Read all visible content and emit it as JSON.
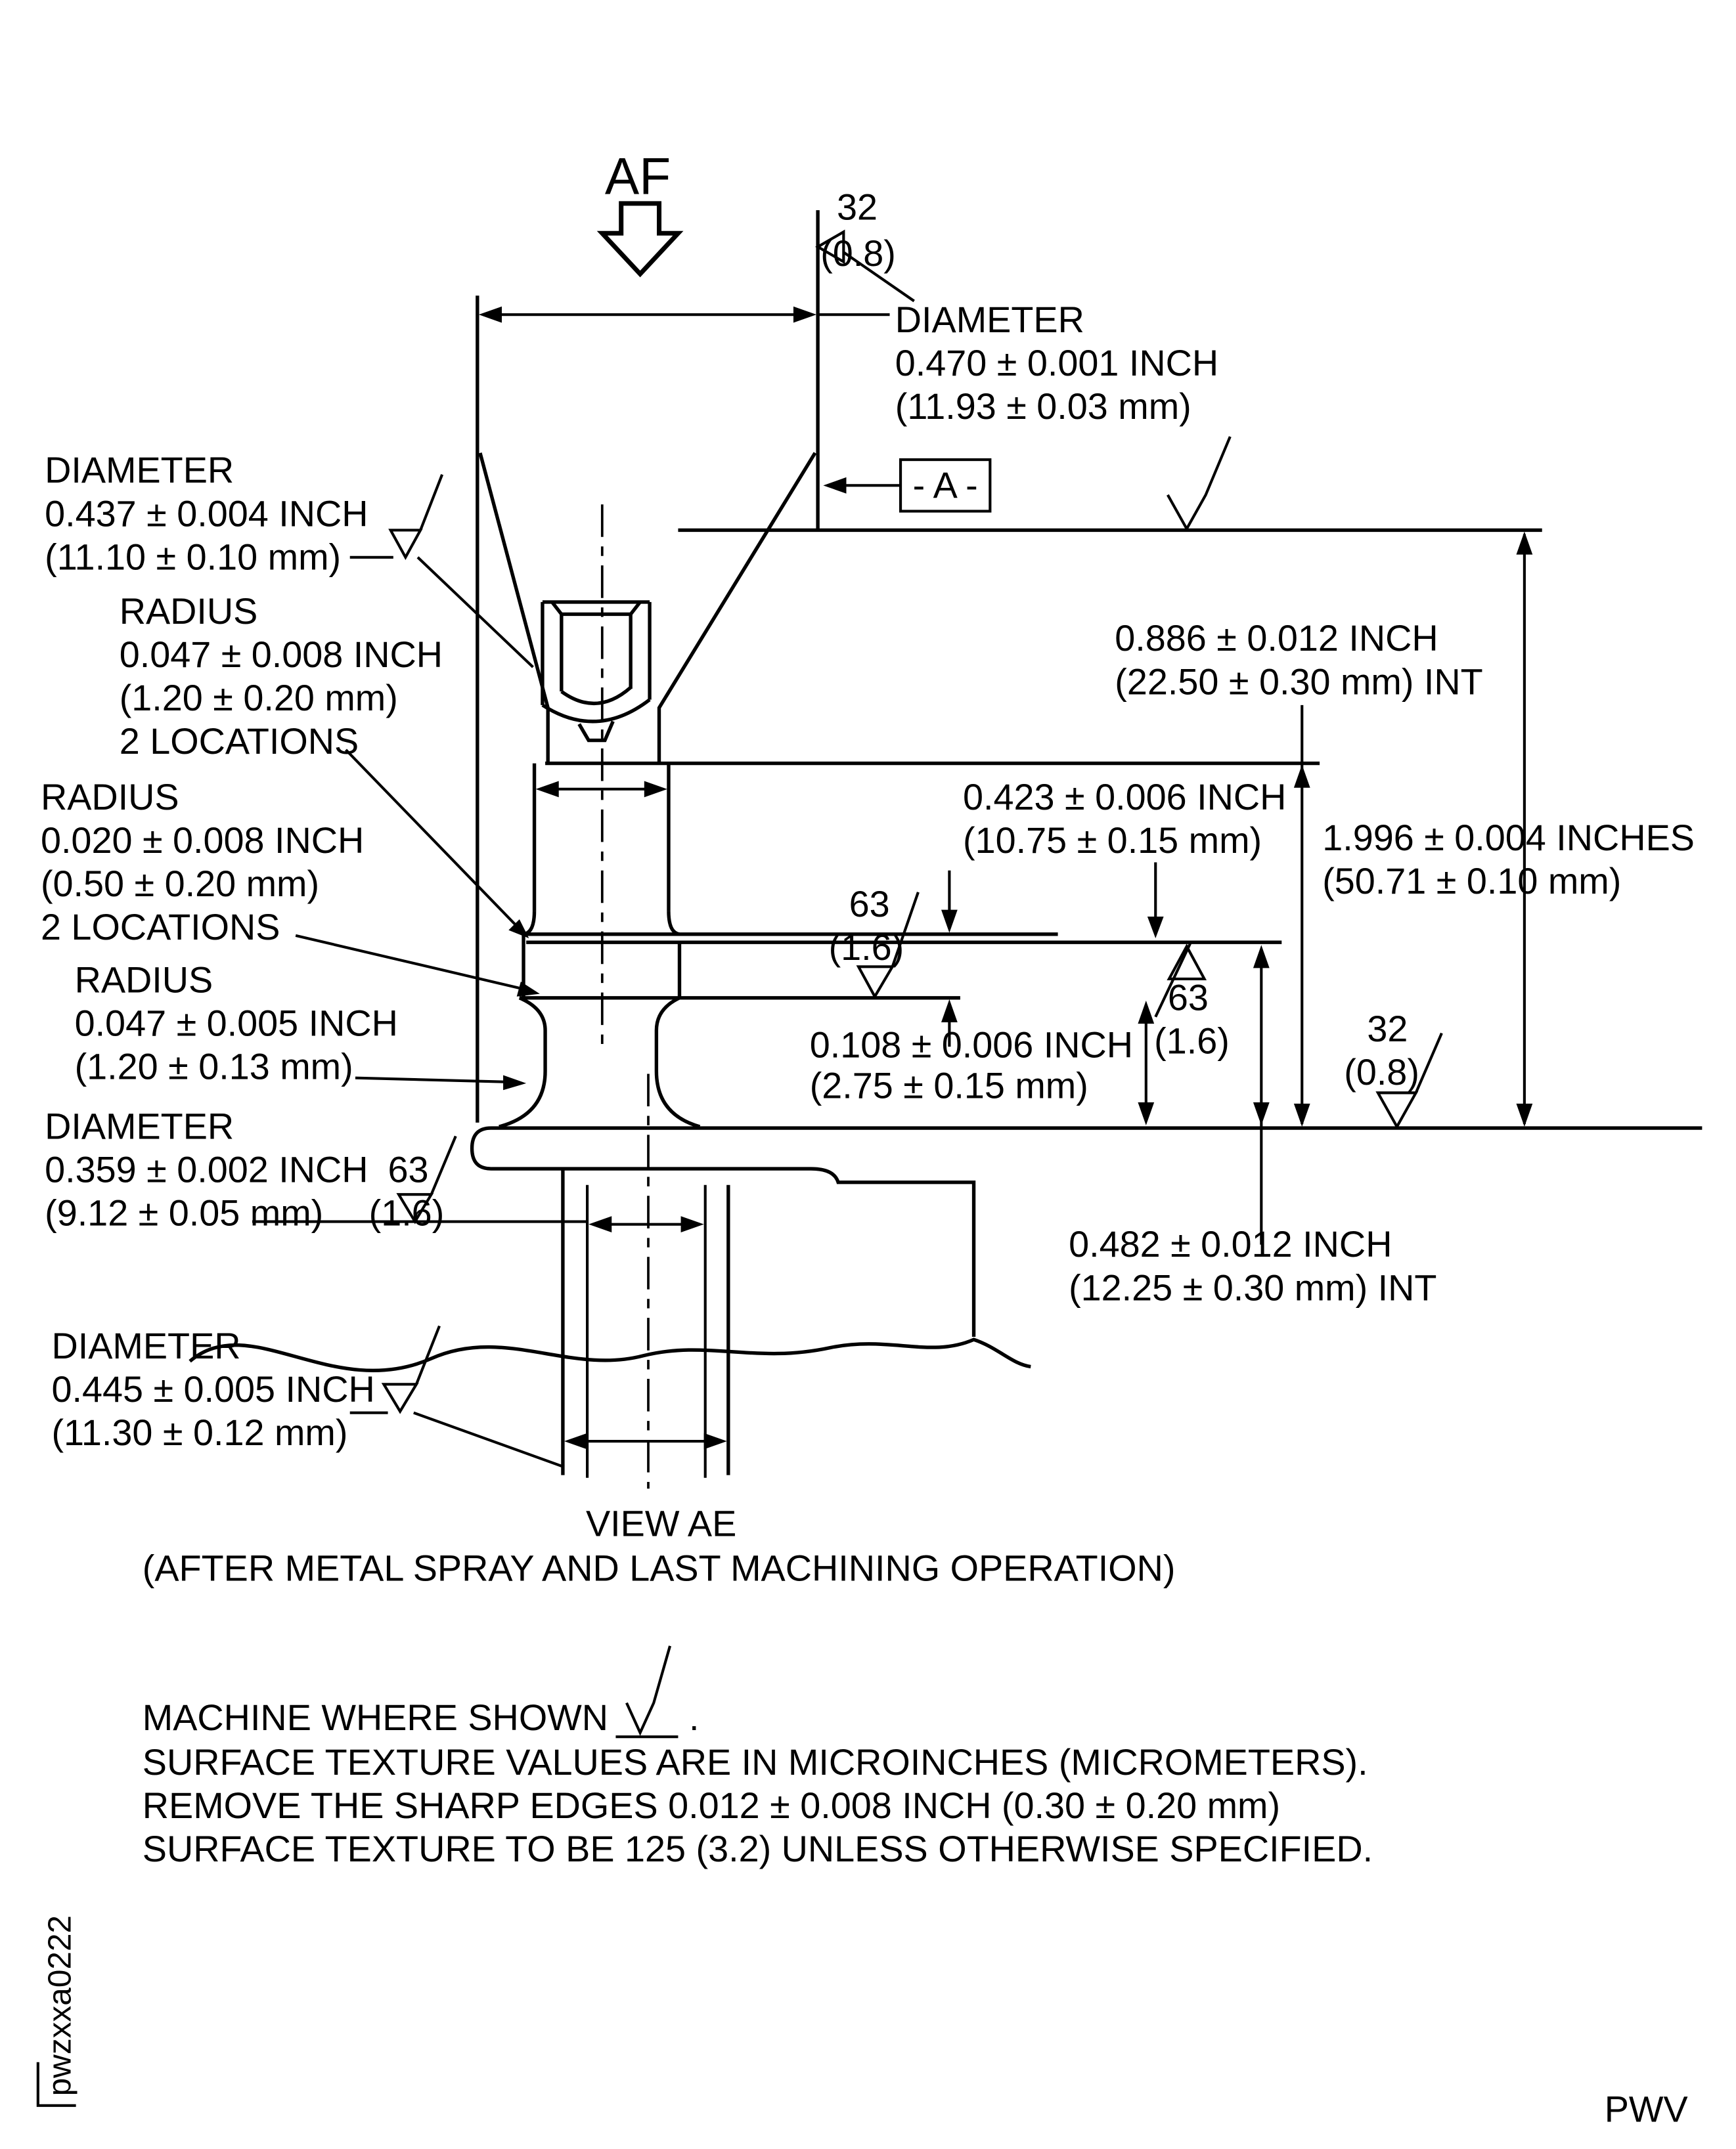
{
  "view_arrow": {
    "label": "AF"
  },
  "datum": {
    "label": "- A -"
  },
  "finish": {
    "top32": {
      "v": "32",
      "m": "(0.8)"
    },
    "mid63": {
      "v": "63",
      "m": "(1.6)"
    },
    "right63": {
      "v": "63",
      "m": "(1.6)"
    },
    "groove63": {
      "v": "63",
      "m": "(1.6)"
    },
    "right32": {
      "v": "32",
      "m": "(0.8)"
    }
  },
  "dims": {
    "dia_top": {
      "l1": "DIAMETER",
      "l2": "0.470 ± 0.001 INCH",
      "l3": "(11.93 ± 0.03 mm)"
    },
    "dia_upper": {
      "l1": "DIAMETER",
      "l2": "0.437 ± 0.004 INCH",
      "l3": "(11.10 ± 0.10 mm)"
    },
    "radius_a": {
      "l1": "RADIUS",
      "l2": "0.047 ± 0.008 INCH",
      "l3": "(1.20 ± 0.20 mm)",
      "l4": "2 LOCATIONS"
    },
    "radius_b": {
      "l1": "RADIUS",
      "l2": "0.020 ± 0.008 INCH",
      "l3": "(0.50 ± 0.20 mm)",
      "l4": "2 LOCATIONS"
    },
    "radius_c": {
      "l1": "RADIUS",
      "l2": "0.047 ± 0.005 INCH",
      "l3": "(1.20 ± 0.13 mm)"
    },
    "dia_groove": {
      "l1": "DIAMETER",
      "l2": "0.359 ± 0.002 INCH",
      "l3": "(9.12 ± 0.05 mm)"
    },
    "dia_lower": {
      "l1": "DIAMETER",
      "l2": "0.445 ± 0.005 INCH",
      "l3": "(11.30 ± 0.12 mm)"
    },
    "int_0886": {
      "l1": "0.886 ± 0.012 INCH",
      "l2": "(22.50 ± 0.30 mm) INT"
    },
    "dia_0423": {
      "l1": "0.423 ± 0.006 INCH",
      "l2": "(10.75 ± 0.15 mm)"
    },
    "len_1996": {
      "l1": "1.996 ± 0.004 INCHES",
      "l2": "(50.71 ± 0.10 mm)"
    },
    "ht_0108": {
      "l1": "0.108 ± 0.006 INCH",
      "l2": "(2.75 ± 0.15 mm)"
    },
    "int_0482": {
      "l1": "0.482 ± 0.012 INCH",
      "l2": "(12.25 ± 0.30 mm) INT"
    }
  },
  "view": {
    "title": "VIEW AE",
    "subtitle": "(AFTER METAL SPRAY AND LAST MACHINING OPERATION)"
  },
  "notes": {
    "machine": "MACHINE WHERE SHOWN",
    "machine_suffix": ".",
    "surface_units": "SURFACE TEXTURE VALUES ARE IN MICROINCHES (MICROMETERS).",
    "remove_edges": "REMOVE THE SHARP EDGES 0.012 ± 0.008 INCH (0.30 ± 0.20 mm)",
    "default_texture": "SURFACE TEXTURE TO BE 125 (3.2) UNLESS OTHERWISE SPECIFIED."
  },
  "footer": {
    "doc_code": "pwzxxa0222",
    "page_code": "PWV"
  }
}
